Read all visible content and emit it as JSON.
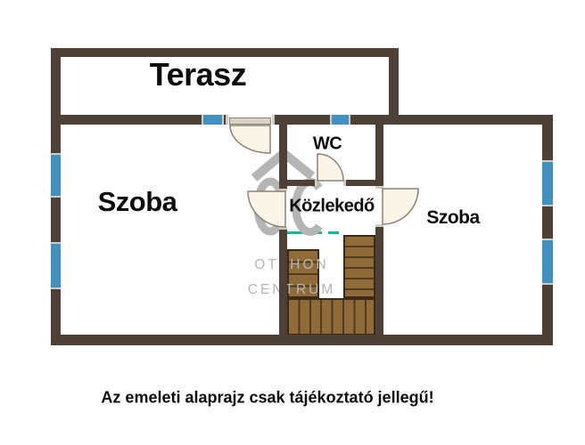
{
  "plan": {
    "terrace_label": "Terasz",
    "room_left_label": "Szoba",
    "wc_label": "WC",
    "hallway_label": "Közlekedő",
    "room_right_label": "Szoba"
  },
  "watermark": {
    "monogram": "OC",
    "brand_line1": "OTTHON",
    "brand_line2": "CENTRUM"
  },
  "caption": "Az emeleti alaprajz csak tájékoztató jellegű!",
  "colors": {
    "wall": "#4c4037",
    "window": "#4090c0",
    "window_cap": "#cfcbc5",
    "door_fill": "#fbf4e8",
    "door_border": "#8a8177",
    "door_slab": "#ddd3c5",
    "stair_fill": "#8f6b37",
    "stair_line": "#523a1d",
    "stair_outline": "#3a2a16",
    "opening_green": "#1eb498",
    "watermark": "#b5b5b5",
    "label_text": "#0c0c0c"
  }
}
